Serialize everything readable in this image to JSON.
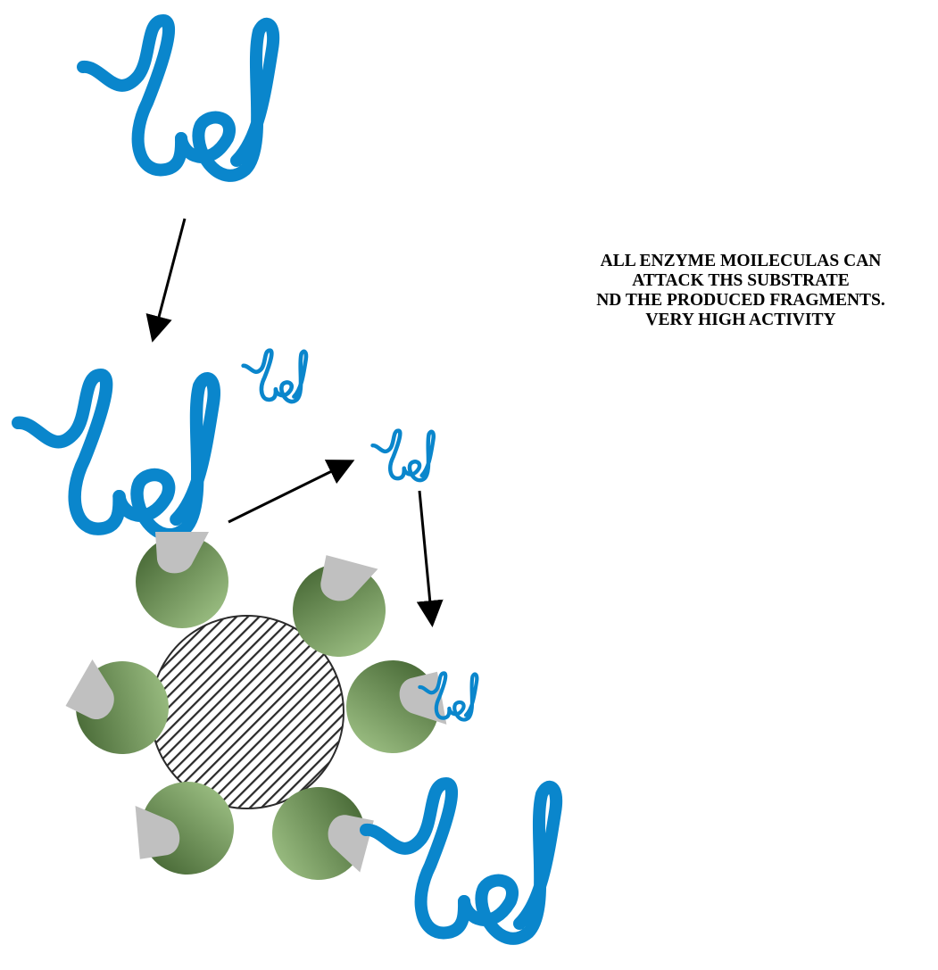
{
  "caption": {
    "lines": [
      "ALL ENZYME MOILECULAS CAN",
      "ATTACK THS SUBSTRATE",
      "ND THE PRODUCED FRAGMENTS.",
      "VERY HIGH ACTIVITY"
    ]
  },
  "colors": {
    "substrate": "#0a86cc",
    "enzyme_dark": "#3d5e2c",
    "enzyme_light": "#a6c98c",
    "active_site": "#c0c0c0",
    "support_stripes": "#2b2b2b",
    "arrow": "#000000"
  },
  "elements": {
    "substrate_icon": "coiled-substrate-icon",
    "enzyme_icon": "enzyme-icon",
    "support_icon": "hatched-support-bead-icon"
  }
}
